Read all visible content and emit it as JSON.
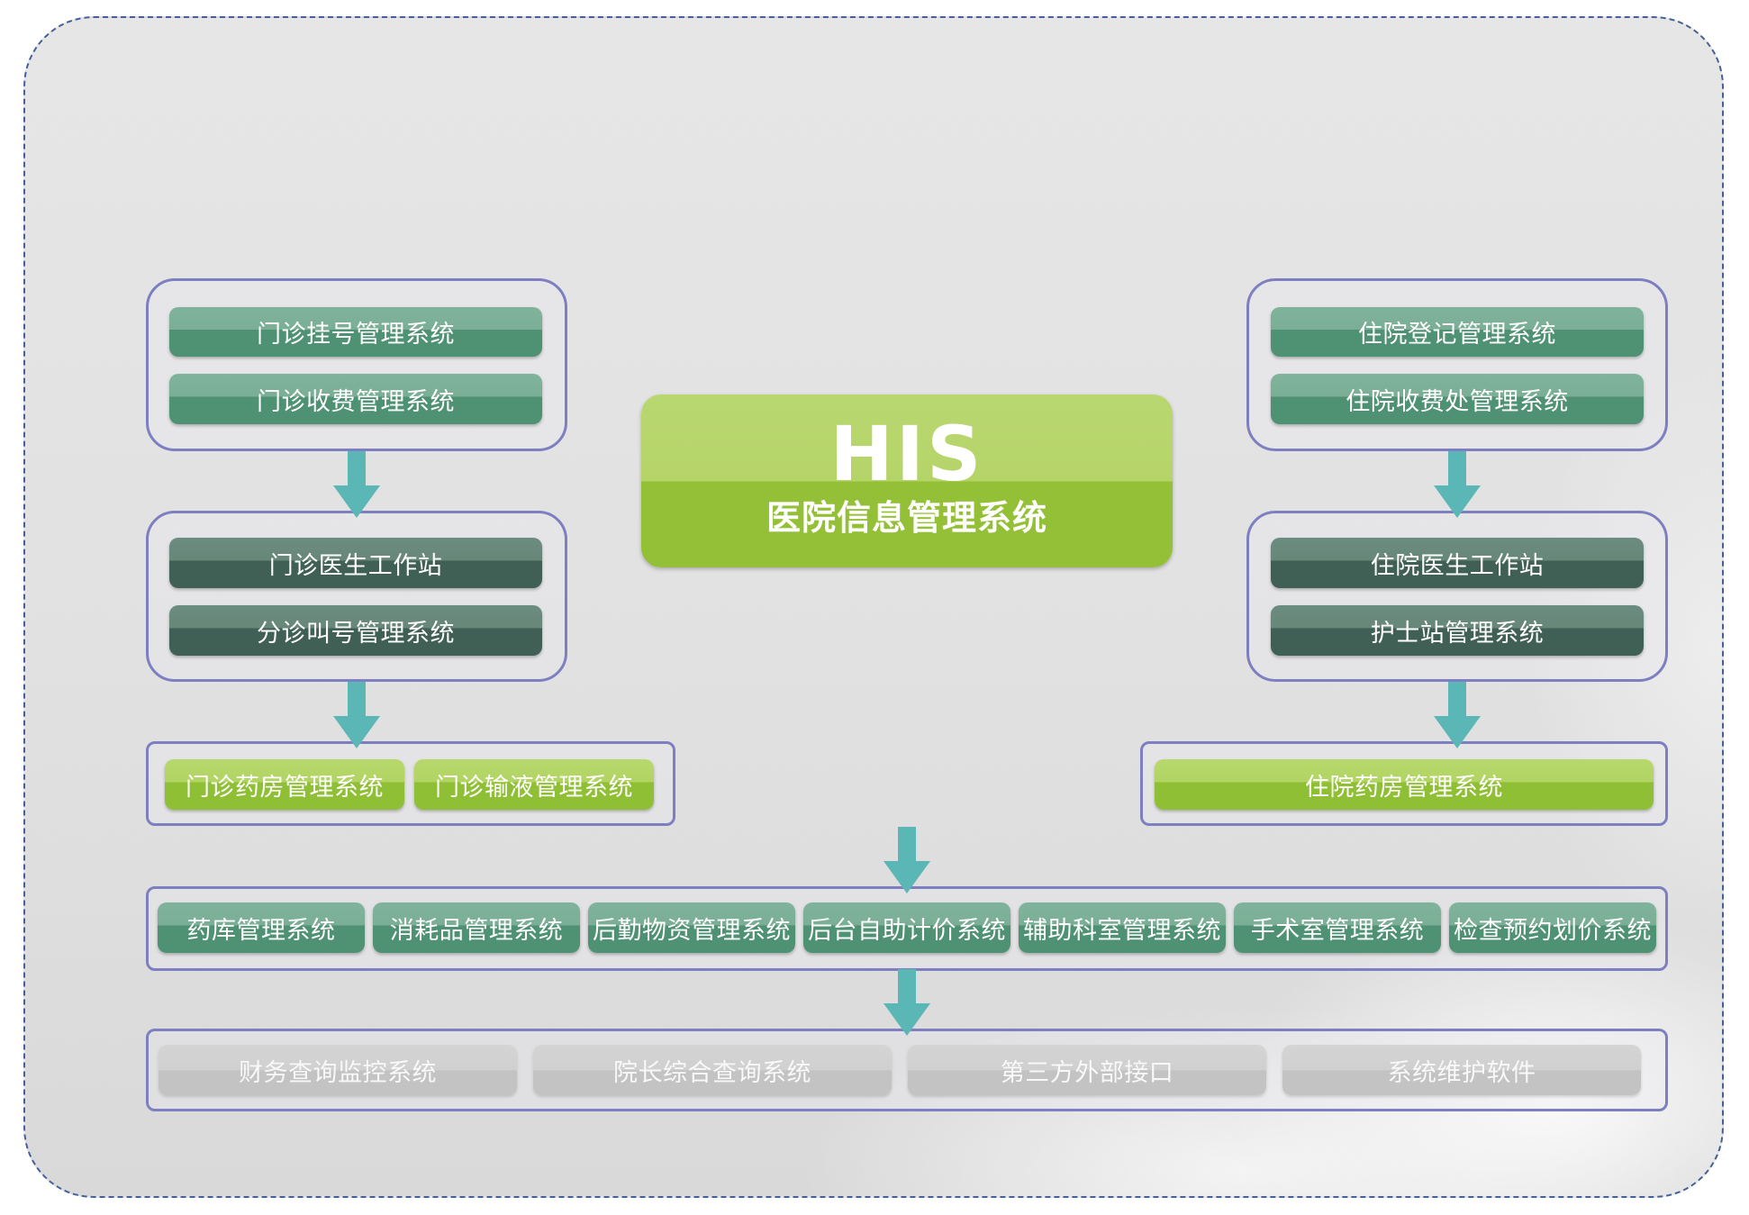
{
  "center": {
    "title": "HIS",
    "subtitle": "医院信息管理系统"
  },
  "left_top": [
    "门诊挂号管理系统",
    "门诊收费管理系统"
  ],
  "left_mid": [
    "门诊医生工作站",
    "分诊叫号管理系统"
  ],
  "left_bottom": [
    "门诊药房管理系统",
    "门诊输液管理系统"
  ],
  "right_top": [
    "住院登记管理系统",
    "住院收费处管理系统"
  ],
  "right_mid": [
    "住院医生工作站",
    "护士站管理系统"
  ],
  "right_bottom": [
    "住院药房管理系统"
  ],
  "shared_row": [
    "药库管理系统",
    "消耗品管理系统",
    "后勤物资管理系统",
    "后台自助计价系统",
    "辅助科室管理系统",
    "手术室管理系统",
    "检查预约划价系统"
  ],
  "bottom_row": [
    "财务查询监控系统",
    "院长综合查询系统",
    "第三方外部接口",
    "系统维护软件"
  ],
  "colors": {
    "teal": "#4f9173",
    "dark_green": "#405f55",
    "lime": "#8fbf35",
    "grey": "#c3c3c3",
    "arrow": "#5ab7b5",
    "group_border": "#7d7fc0",
    "frame_border": "#44609a"
  }
}
